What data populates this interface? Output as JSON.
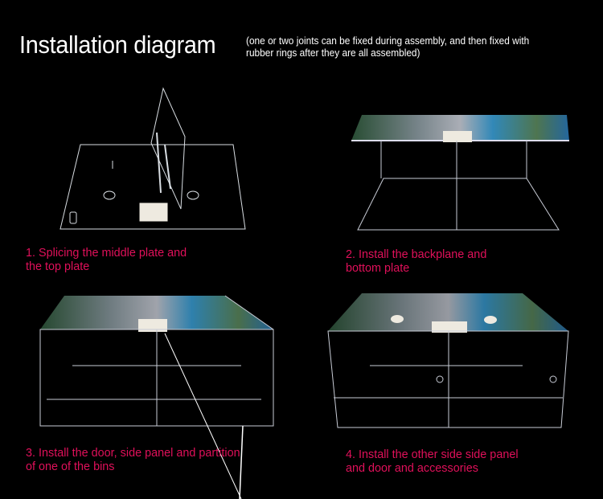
{
  "header": {
    "title": "Installation diagram",
    "subtitle_line1": "(one or two joints can be fixed during assembly, and then fixed with",
    "subtitle_line2": "rubber rings after they are all assembled)"
  },
  "steps": [
    {
      "line1": "1. Splicing the middle plate and",
      "line2": "the top plate"
    },
    {
      "line1": "2. Install the backplane and",
      "line2": "bottom plate"
    },
    {
      "line1": "3. Install the door, side panel and partition",
      "line2": "of one of the bins"
    },
    {
      "line1": "4. Install the other side side panel",
      "line2": "and door and accessories"
    }
  ],
  "colors": {
    "background": "#000000",
    "title": "#ffffff",
    "caption": "#e0105a",
    "acrylic_edge": "#d8dde2"
  }
}
